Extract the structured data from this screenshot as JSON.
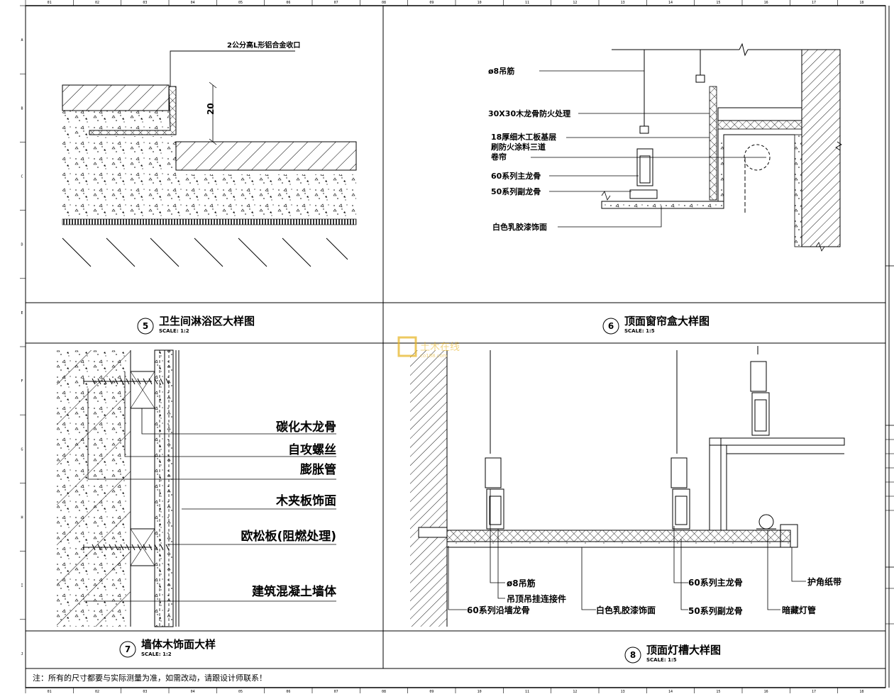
{
  "drawing": {
    "col_marks": [
      "01",
      "02",
      "03",
      "04",
      "05",
      "06",
      "07",
      "08",
      "09",
      "10",
      "11",
      "12",
      "13",
      "14",
      "15",
      "16",
      "17",
      "18"
    ],
    "row_marks": [
      "A",
      "B",
      "C",
      "D",
      "E",
      "F",
      "G",
      "H",
      "I",
      "J"
    ]
  },
  "detail5": {
    "number": "5",
    "title": "卫生间淋浴区大样图",
    "scale": "SCALE: 1:2",
    "callout": "2公分高L形铝合金收口",
    "dimension": "20"
  },
  "detail6": {
    "number": "6",
    "title": "顶面窗帘盒大样图",
    "scale": "SCALE: 1:5",
    "callouts": [
      "ø8吊筋",
      "30X30木龙骨防火处理",
      "18厚细木工板基层",
      "刷防火涂料三道",
      "卷帘",
      "60系列主龙骨",
      "50系列副龙骨",
      "白色乳胶漆饰面"
    ]
  },
  "detail7": {
    "number": "7",
    "title": "墙体木饰面大样",
    "scale": "SCALE: 1:2",
    "callouts": [
      "碳化木龙骨",
      "自攻螺丝",
      "膨胀管",
      "木夹板饰面",
      "欧松板(阻燃处理)",
      "建筑混凝土墙体"
    ]
  },
  "detail8": {
    "number": "8",
    "title": "顶面灯槽大样图",
    "scale": "SCALE: 1:5",
    "callouts": [
      "ø8吊筋",
      "吊顶吊挂连接件",
      "60系列沿墙龙骨",
      "白色乳胶漆饰面",
      "60系列主龙骨",
      "50系列副龙骨",
      "护角纸带",
      "暗藏灯管"
    ]
  },
  "note": "注：所有的尺寸都要与实际测量为准，如需改动，请跟设计师联系！",
  "watermark": {
    "text": "土木在线",
    "url": "co188.com"
  }
}
